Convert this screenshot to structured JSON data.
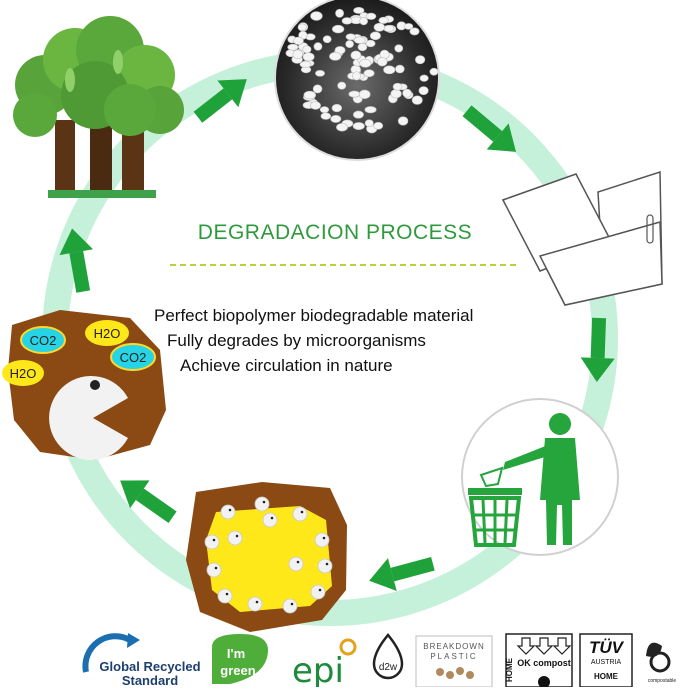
{
  "title": "DEGRADACION PROCESS",
  "description": [
    "Perfect biopolymer biodegradable material",
    "Fully degrades by microorganisms",
    "Achieve circulation in nature"
  ],
  "molecules": {
    "co2_a": "CO2",
    "h2o_a": "H2O",
    "co2_b": "CO2",
    "h2o_b": "H2O"
  },
  "logos": {
    "global_recycled": [
      "Global Recycled",
      "Standard"
    ],
    "im_green": [
      "I'm",
      "green"
    ],
    "epi": "epi",
    "d2w": "d2w",
    "breakdown": [
      "BREAKDOWN",
      "PLASTIC"
    ],
    "ok_compost": [
      "OK compost",
      "HOME"
    ],
    "tuv": [
      "TÜV",
      "AUSTRIA",
      "HOME"
    ],
    "compostable": "compostable"
  },
  "colors": {
    "ring": "#c5f0da",
    "arrow": "#1fa23a",
    "title": "#2f9a3c",
    "soil": "#8b4a13",
    "bubble": "#27d4e6",
    "pacman_fill": "#f2f2f2",
    "yellow": "#ffe81a",
    "bin": "#25a53c"
  }
}
